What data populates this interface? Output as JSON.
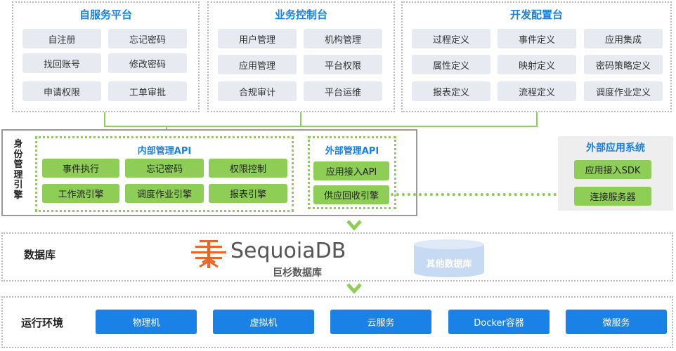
{
  "top_panels": [
    {
      "title": "自服务平台",
      "items": [
        "自注册",
        "忘记密码",
        "找回账号",
        "修改密码",
        "申请权限",
        "工单审批"
      ]
    },
    {
      "title": "业务控制台",
      "items": [
        "用户管理",
        "机构管理",
        "应用管理",
        "平台权限",
        "合规审计",
        "平台运维"
      ]
    },
    {
      "title": "开发配置台",
      "items": [
        "过程定义",
        "事件定义",
        "应用集成",
        "属性定义",
        "映射定义",
        "密码策略定义",
        "报表定义",
        "流程定义",
        "调度作业定义"
      ]
    }
  ],
  "identity": {
    "label_chars": [
      "身",
      "份",
      "管",
      "理",
      "引",
      "擎"
    ],
    "internal_api": {
      "title": "内部管理API",
      "items": [
        "事件执行",
        "忘记密码",
        "权限控制",
        "工作流引擎",
        "调度作业引擎",
        "报表引擎"
      ]
    },
    "external_api": {
      "title": "外部管理API",
      "items": [
        "应用接入API",
        "供应回收引擎"
      ]
    }
  },
  "external_system": {
    "title": "外部应用系统",
    "items": [
      "应用接入SDK",
      "连接服务器"
    ]
  },
  "database": {
    "label": "数据库",
    "logo_text": "SequoiaDB",
    "logo_subtext": "巨杉数据库",
    "other_db": "其他数据库"
  },
  "runtime": {
    "label": "运行环境",
    "items": [
      "物理机",
      "虚拟机",
      "云服务",
      "Docker容器",
      "微服务"
    ]
  },
  "colors": {
    "accent_blue": "#1a82e6",
    "green": "#8fce56",
    "orange": "#e8662a",
    "gray_button": "#e7ebf1"
  }
}
